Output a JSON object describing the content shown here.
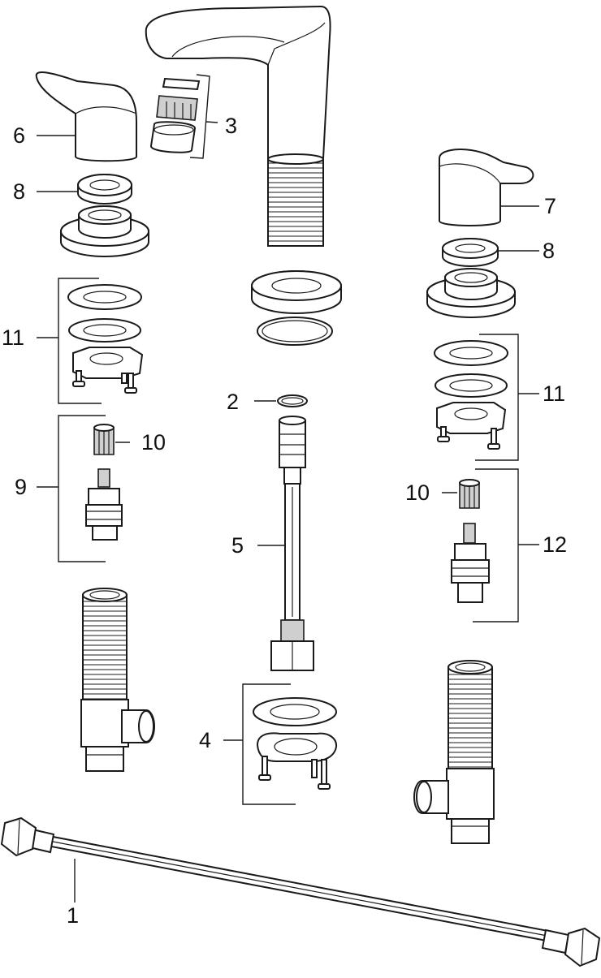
{
  "labels": {
    "p1": "1",
    "p2": "2",
    "p3": "3",
    "p4": "4",
    "p5": "5",
    "p6": "6",
    "p7": "7",
    "p8a": "8",
    "p8b": "8",
    "p9": "9",
    "p10a": "10",
    "p10b": "10",
    "p11a": "11",
    "p11b": "11",
    "p12": "12"
  }
}
